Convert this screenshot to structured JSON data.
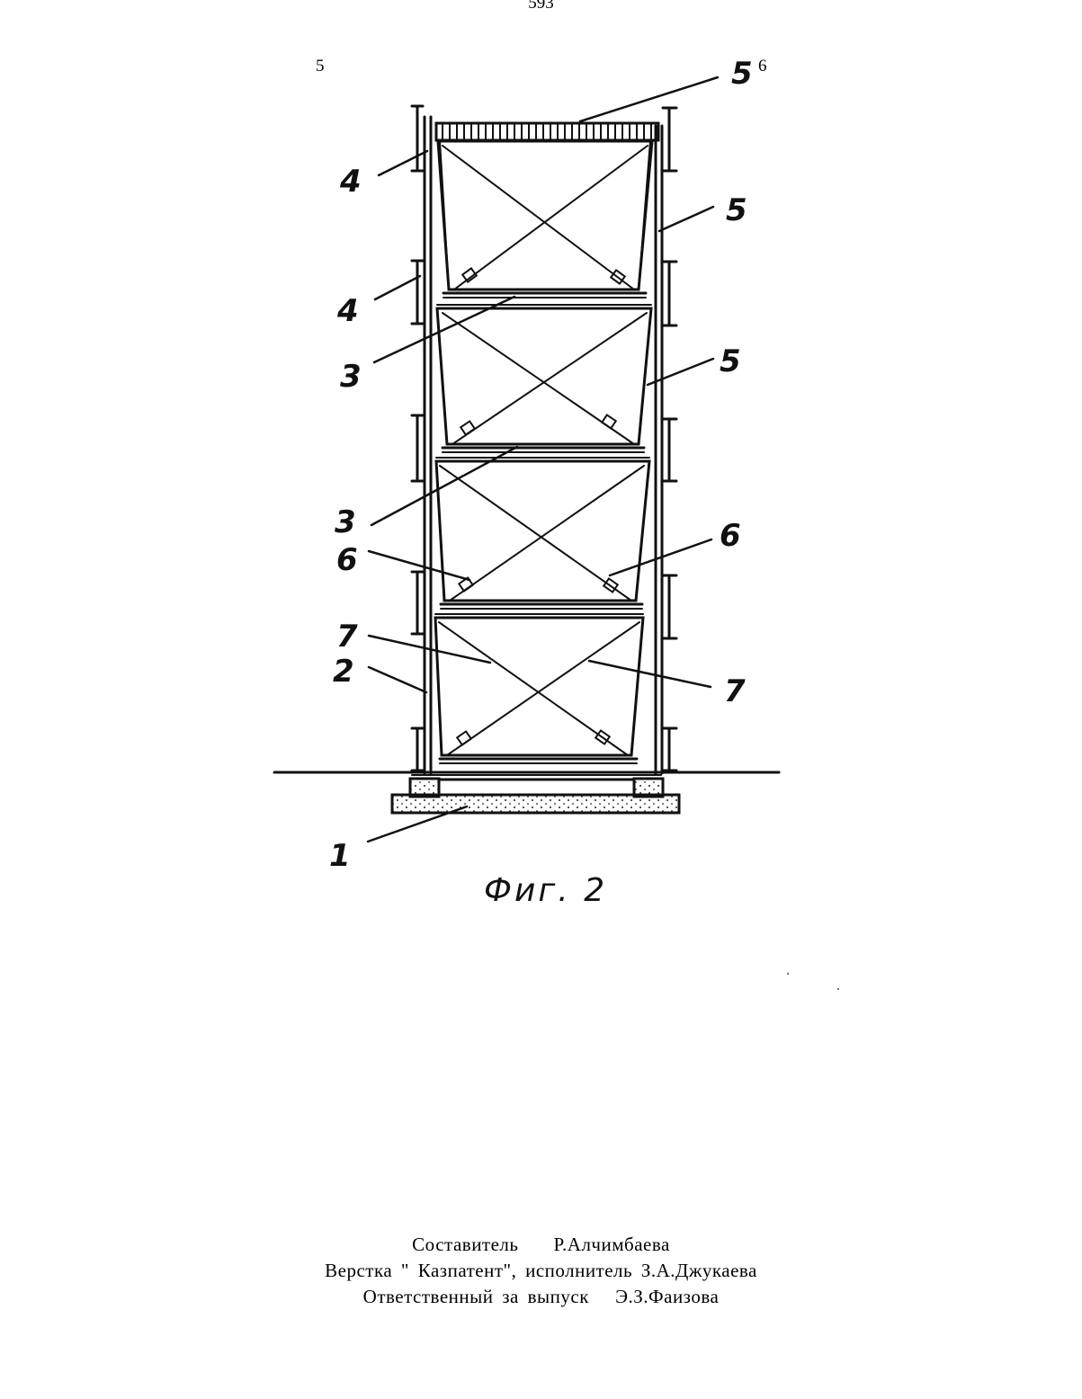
{
  "header": {
    "page_number": "593",
    "left_column_number": "5",
    "right_column_number": "6"
  },
  "figure": {
    "caption": "Фиг. 2",
    "labels": {
      "l5_top": "5",
      "l4_a": "4",
      "l5_b": "5",
      "l4_b": "4",
      "l3_a": "3",
      "l5_c": "5",
      "l3_b": "3",
      "l6_left": "6",
      "l6_right": "6",
      "l7_left": "7",
      "l2": "2",
      "l7_right": "7",
      "l1": "1"
    }
  },
  "footer": {
    "composer": "Составитель    Р.Алчимбаева",
    "layout": "Верстка \" Казпатент\", исполнитель З.А.Джукаева",
    "responsible": "Ответственный за выпуск   Э.З.Фаизова"
  }
}
